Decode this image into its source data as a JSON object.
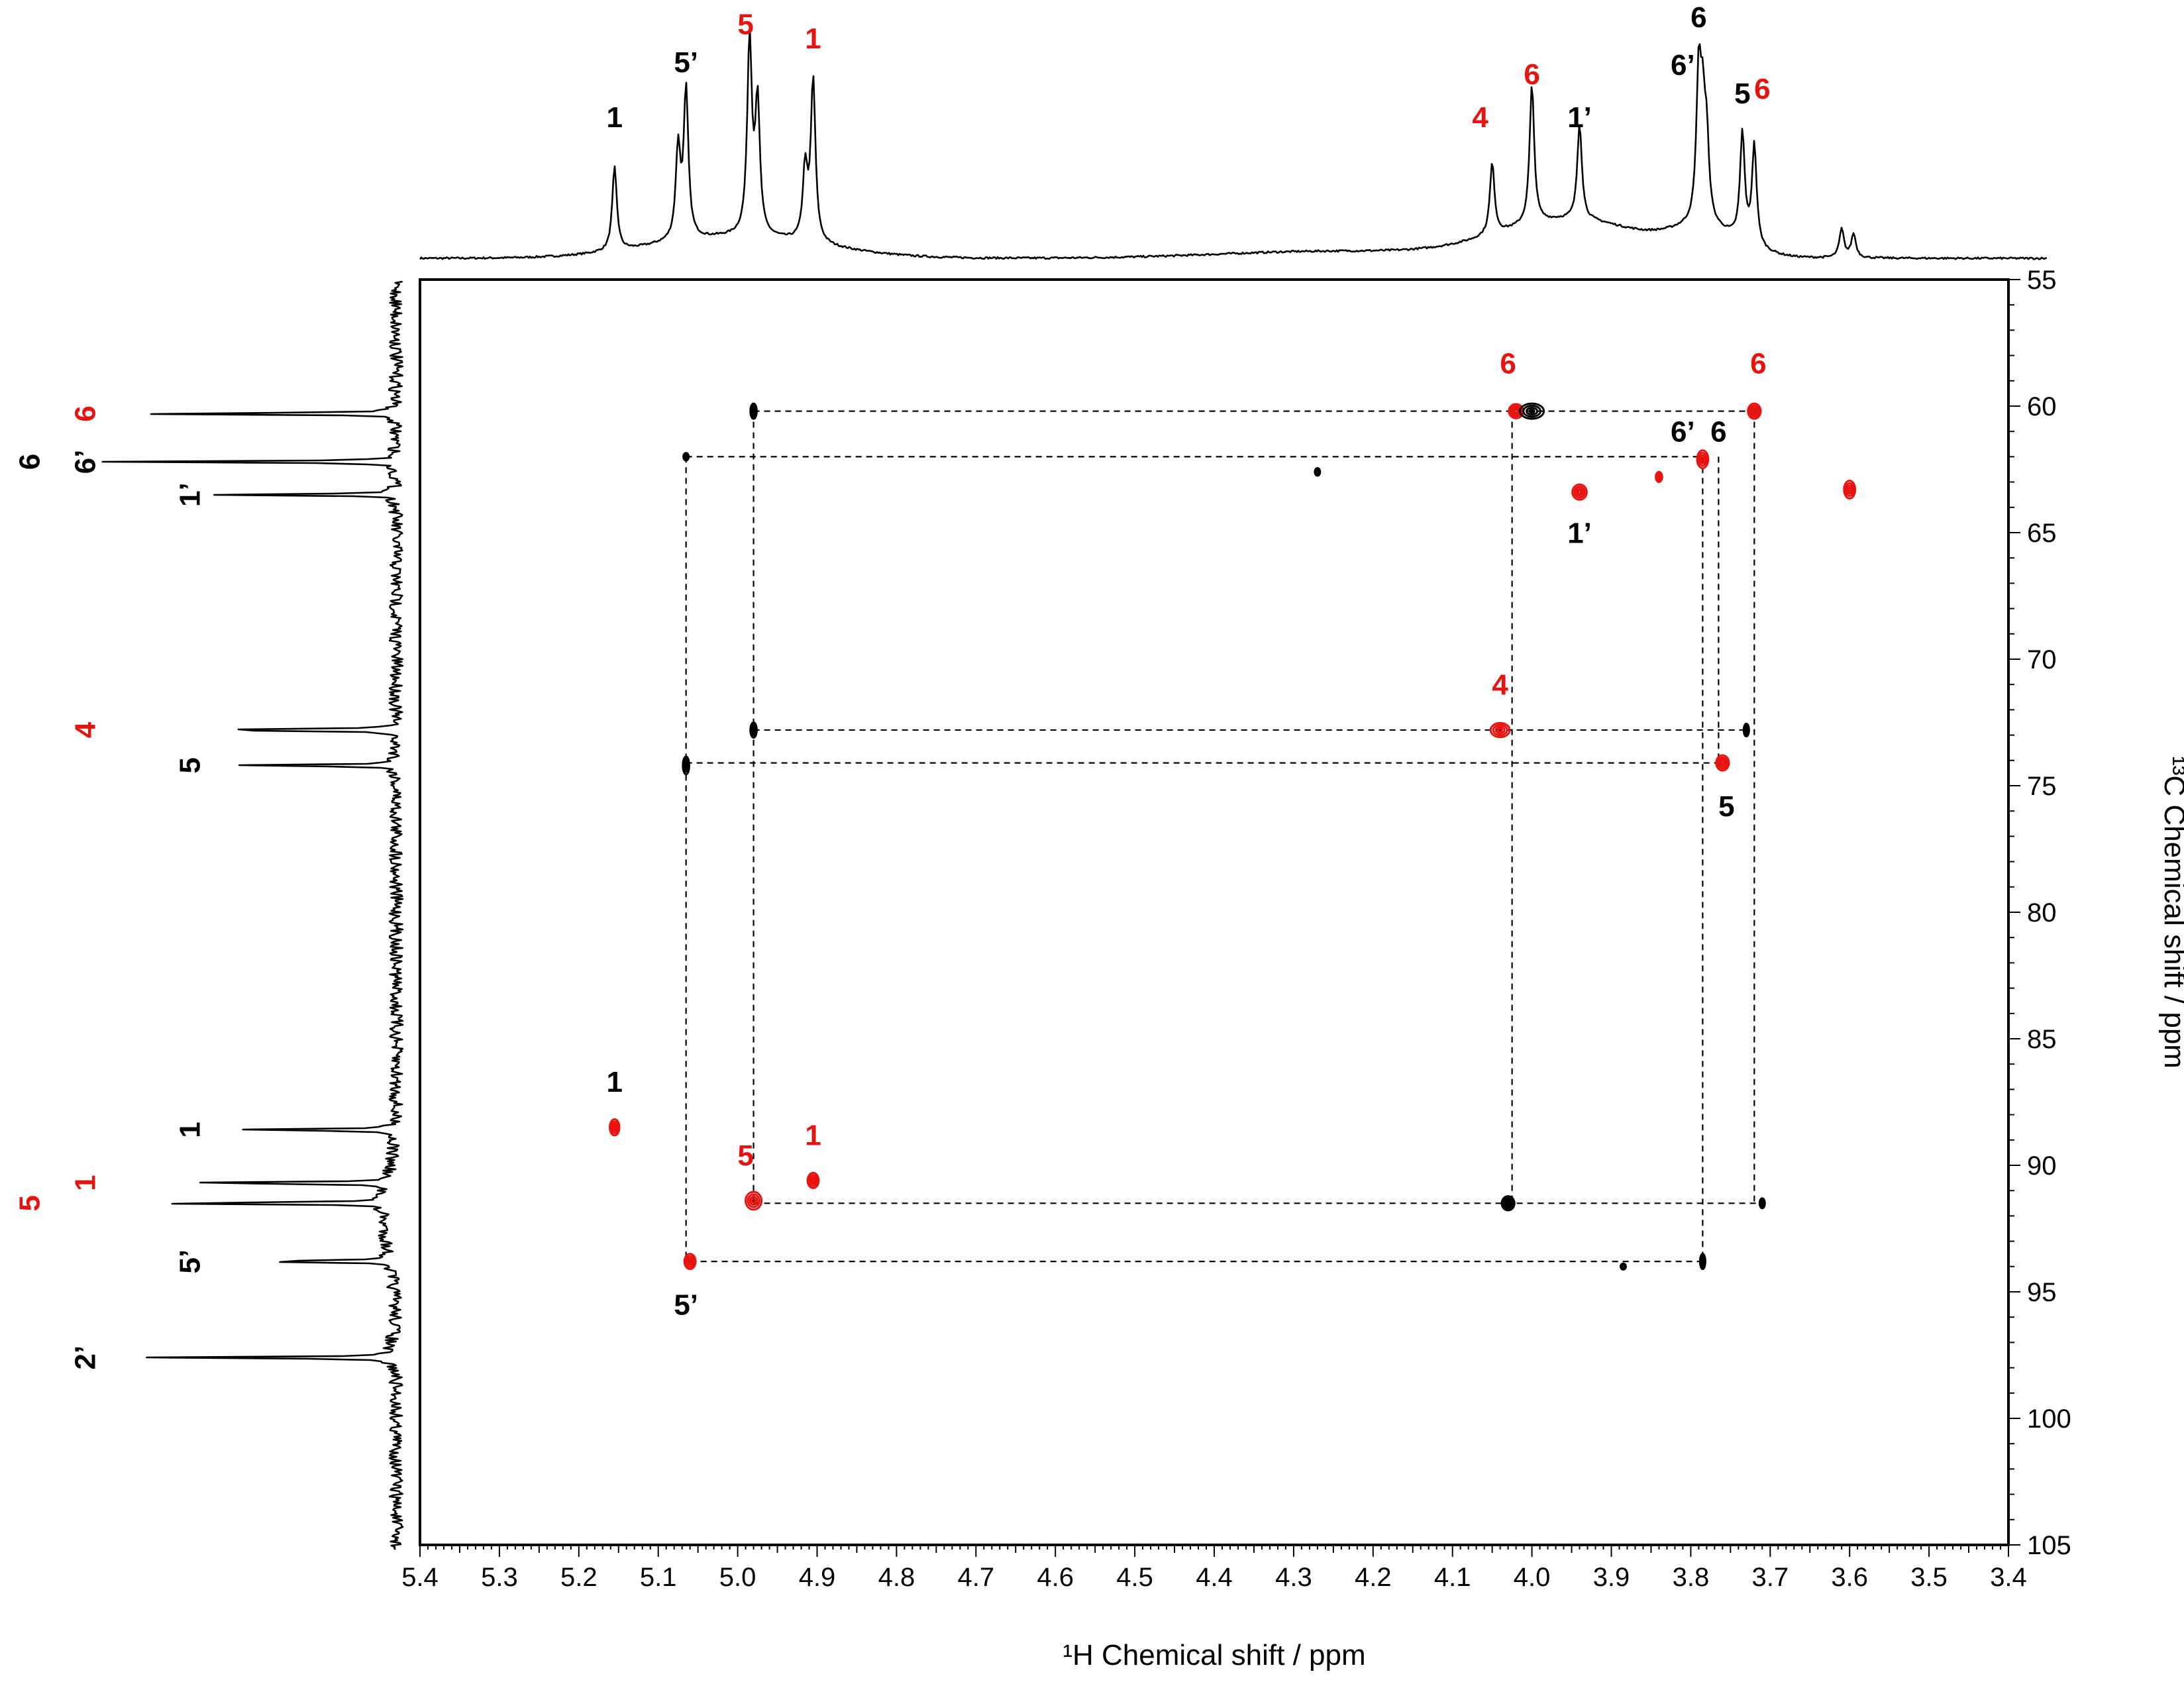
{
  "colors": {
    "red": "#e8130f",
    "black": "#000000"
  },
  "chart_data": {
    "type": "heatmap",
    "subtype": "2D HSQC NMR contour spectrum with 1D projections",
    "xlabel": "¹H Chemical shift / ppm",
    "ylabel": "¹³C Chemical shift / ppm",
    "xlim": [
      5.4,
      3.4
    ],
    "ylim": [
      105,
      55
    ],
    "x_reversed": true,
    "y_axis_side": "right",
    "grid": false,
    "x_ticks": [
      "5.4",
      "5.3",
      "5.2",
      "5.1",
      "5.0",
      "4.9",
      "4.8",
      "4.7",
      "4.6",
      "4.5",
      "4.4",
      "4.3",
      "4.2",
      "4.1",
      "4.0",
      "3.9",
      "3.8",
      "3.7",
      "3.6",
      "3.5",
      "3.4"
    ],
    "y_ticks": [
      "55",
      "60",
      "65",
      "70",
      "75",
      "80",
      "85",
      "90",
      "95",
      "100",
      "105"
    ],
    "series": [
      {
        "name": "",
        "color": "#e8130f"
      },
      {
        "name": "",
        "color": "#000000"
      }
    ],
    "cross_peaks": [
      {
        "h": 4.02,
        "c": 60.2,
        "series": 0,
        "w": 0.018,
        "hgt": 0.28
      },
      {
        "h": 4.0,
        "c": 60.2,
        "series": 1,
        "w": 0.03,
        "hgt": 0.3
      },
      {
        "h": 3.72,
        "c": 60.2,
        "series": 0,
        "w": 0.016,
        "hgt": 0.3
      },
      {
        "h": 4.98,
        "c": 60.2,
        "series": 1,
        "w": 0.008,
        "hgt": 0.3
      },
      {
        "h": 3.785,
        "c": 62.1,
        "series": 0,
        "w": 0.014,
        "hgt": 0.35
      },
      {
        "h": 5.065,
        "c": 62.0,
        "series": 1,
        "w": 0.003,
        "hgt": 0.15
      },
      {
        "h": 4.27,
        "c": 62.6,
        "series": 1,
        "w": 0.004,
        "hgt": 0.15
      },
      {
        "h": 3.94,
        "c": 63.4,
        "series": 0,
        "w": 0.018,
        "hgt": 0.3
      },
      {
        "h": 3.84,
        "c": 62.8,
        "series": 0,
        "w": 0.008,
        "hgt": 0.2
      },
      {
        "h": 3.6,
        "c": 63.3,
        "series": 0,
        "w": 0.014,
        "hgt": 0.35
      },
      {
        "h": 4.04,
        "c": 72.8,
        "series": 0,
        "w": 0.024,
        "hgt": 0.28
      },
      {
        "h": 4.98,
        "c": 72.8,
        "series": 1,
        "w": 0.008,
        "hgt": 0.3
      },
      {
        "h": 3.73,
        "c": 72.8,
        "series": 1,
        "w": 0.006,
        "hgt": 0.25
      },
      {
        "h": 3.76,
        "c": 74.1,
        "series": 0,
        "w": 0.016,
        "hgt": 0.3
      },
      {
        "h": 5.065,
        "c": 74.2,
        "series": 1,
        "w": 0.008,
        "hgt": 0.35
      },
      {
        "h": 5.155,
        "c": 88.5,
        "series": 0,
        "w": 0.012,
        "hgt": 0.32
      },
      {
        "h": 4.905,
        "c": 90.6,
        "series": 0,
        "w": 0.014,
        "hgt": 0.3
      },
      {
        "h": 4.98,
        "c": 91.4,
        "series": 0,
        "w": 0.02,
        "hgt": 0.35
      },
      {
        "h": 4.03,
        "c": 91.5,
        "series": 1,
        "w": 0.016,
        "hgt": 0.28
      },
      {
        "h": 3.71,
        "c": 91.5,
        "series": 1,
        "w": 0.006,
        "hgt": 0.2
      },
      {
        "h": 5.06,
        "c": 93.8,
        "series": 0,
        "w": 0.014,
        "hgt": 0.3
      },
      {
        "h": 3.785,
        "c": 93.8,
        "series": 1,
        "w": 0.006,
        "hgt": 0.3
      },
      {
        "h": 3.885,
        "c": 94.0,
        "series": 1,
        "w": 0.003,
        "hgt": 0.12
      }
    ],
    "connectivity_lines": {
      "horizontal": [
        {
          "c": 60.2,
          "h_from": 4.98,
          "h_to": 3.72
        },
        {
          "c": 62.0,
          "h_from": 5.065,
          "h_to": 3.785
        },
        {
          "c": 72.8,
          "h_from": 4.98,
          "h_to": 3.73
        },
        {
          "c": 74.1,
          "h_from": 5.065,
          "h_to": 3.76
        },
        {
          "c": 91.5,
          "h_from": 4.98,
          "h_to": 3.71
        },
        {
          "c": 93.8,
          "h_from": 5.06,
          "h_to": 3.785
        }
      ],
      "vertical": [
        {
          "h": 5.065,
          "c_from": 62.0,
          "c_to": 93.8
        },
        {
          "h": 4.98,
          "c_from": 60.2,
          "c_to": 91.5
        },
        {
          "h": 4.025,
          "c_from": 60.2,
          "c_to": 91.5
        },
        {
          "h": 3.785,
          "c_from": 62.0,
          "c_to": 93.8
        },
        {
          "h": 3.765,
          "c_from": 62.0,
          "c_to": 74.1
        },
        {
          "h": 3.72,
          "c_from": 60.2,
          "c_to": 91.5
        }
      ]
    },
    "contour_labels": [
      {
        "text": "6",
        "h": 4.03,
        "c": 58.7,
        "color": "#e8130f"
      },
      {
        "text": "6",
        "h": 3.715,
        "c": 58.7,
        "color": "#e8130f"
      },
      {
        "text": "6’",
        "h": 3.81,
        "c": 61.4,
        "color": "#000000"
      },
      {
        "text": "6",
        "h": 3.765,
        "c": 61.4,
        "color": "#000000"
      },
      {
        "text": "1’",
        "h": 3.94,
        "c": 65.4,
        "color": "#000000"
      },
      {
        "text": "4",
        "h": 4.04,
        "c": 71.4,
        "color": "#e8130f"
      },
      {
        "text": "5",
        "h": 3.755,
        "c": 76.2,
        "color": "#000000"
      },
      {
        "text": "1",
        "h": 5.155,
        "c": 87.1,
        "color": "#000000"
      },
      {
        "text": "1",
        "h": 4.905,
        "c": 89.2,
        "color": "#e8130f"
      },
      {
        "text": "5",
        "h": 4.99,
        "c": 90.0,
        "color": "#e8130f"
      },
      {
        "text": "5’",
        "h": 5.065,
        "c": 95.9,
        "color": "#000000"
      }
    ],
    "h_projection_peaks": [
      {
        "h": 5.155,
        "height": 0.35
      },
      {
        "h": 5.075,
        "height": 0.38
      },
      {
        "h": 5.065,
        "height": 0.62
      },
      {
        "h": 4.985,
        "height": 0.82
      },
      {
        "h": 4.975,
        "height": 0.55
      },
      {
        "h": 4.915,
        "height": 0.3
      },
      {
        "h": 4.905,
        "height": 0.68
      },
      {
        "h": 4.05,
        "height": 0.3
      },
      {
        "h": 4.0,
        "height": 0.58
      },
      {
        "h": 3.94,
        "height": 0.4
      },
      {
        "h": 3.79,
        "height": 0.6
      },
      {
        "h": 3.785,
        "height": 0.4
      },
      {
        "h": 3.78,
        "height": 0.32
      },
      {
        "h": 3.735,
        "height": 0.45
      },
      {
        "h": 3.72,
        "height": 0.42
      },
      {
        "h": 3.61,
        "height": 0.12
      },
      {
        "h": 3.595,
        "height": 0.1
      }
    ],
    "h_projection_labels": [
      {
        "text": "1",
        "h": 5.155,
        "level": 0.55,
        "color": "#000000"
      },
      {
        "text": "5’",
        "h": 5.065,
        "level": 0.78,
        "color": "#000000"
      },
      {
        "text": "5",
        "h": 4.99,
        "level": 0.94,
        "color": "#e8130f"
      },
      {
        "text": "1",
        "h": 4.905,
        "level": 0.88,
        "color": "#e8130f"
      },
      {
        "text": "4",
        "h": 4.065,
        "level": 0.55,
        "color": "#e8130f"
      },
      {
        "text": "6",
        "h": 4.0,
        "level": 0.73,
        "color": "#e8130f"
      },
      {
        "text": "1’",
        "h": 3.94,
        "level": 0.55,
        "color": "#000000"
      },
      {
        "text": "6",
        "h": 3.79,
        "level": 0.97,
        "color": "#000000"
      },
      {
        "text": "6’",
        "h": 3.81,
        "level": 0.77,
        "color": "#000000"
      },
      {
        "text": "5",
        "h": 3.735,
        "level": 0.65,
        "color": "#000000"
      },
      {
        "text": "6",
        "h": 3.71,
        "level": 0.67,
        "color": "#e8130f"
      }
    ],
    "c_projection_peaks": [
      {
        "c": 60.3,
        "height": 1.0
      },
      {
        "c": 62.2,
        "height": 1.0
      },
      {
        "c": 63.5,
        "height": 0.65
      },
      {
        "c": 72.8,
        "height": 0.88
      },
      {
        "c": 74.2,
        "height": 0.6
      },
      {
        "c": 88.6,
        "height": 0.6
      },
      {
        "c": 90.7,
        "height": 0.88
      },
      {
        "c": 91.5,
        "height": 1.0
      },
      {
        "c": 93.8,
        "height": 0.6
      },
      {
        "c": 97.6,
        "height": 0.9
      }
    ],
    "c_projection_labels": [
      {
        "text": "6",
        "c": 60.3,
        "col": 0,
        "color": "#e8130f"
      },
      {
        "text": "6",
        "c": 62.2,
        "col": -2,
        "color": "#000000"
      },
      {
        "text": "6’",
        "c": 62.2,
        "col": 0,
        "color": "#000000"
      },
      {
        "text": "1’",
        "c": 63.5,
        "col": 2,
        "color": "#000000"
      },
      {
        "text": "4",
        "c": 72.8,
        "col": 0,
        "color": "#e8130f"
      },
      {
        "text": "5",
        "c": 74.2,
        "col": 2,
        "color": "#000000"
      },
      {
        "text": "1",
        "c": 88.6,
        "col": 2,
        "color": "#000000"
      },
      {
        "text": "1",
        "c": 90.7,
        "col": 0,
        "color": "#e8130f"
      },
      {
        "text": "5",
        "c": 91.5,
        "col": -2,
        "color": "#e8130f"
      },
      {
        "text": "5’",
        "c": 93.8,
        "col": 2,
        "color": "#000000"
      },
      {
        "text": "2’",
        "c": 97.6,
        "col": 0,
        "color": "#000000"
      }
    ]
  }
}
